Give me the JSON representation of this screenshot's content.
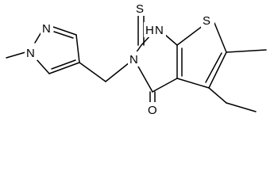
{
  "molecule": {
    "atoms": {
      "n_methyl_pyrazole": "N",
      "n_pyrazole": "N",
      "s_thioxo": "S",
      "nh": "H",
      "n1": "N",
      "s_thiophene": "S",
      "n3": "N",
      "o_carbonyl": "O"
    }
  },
  "colors": {
    "bond": "#000000",
    "text": "#000000",
    "background": "#ffffff"
  }
}
